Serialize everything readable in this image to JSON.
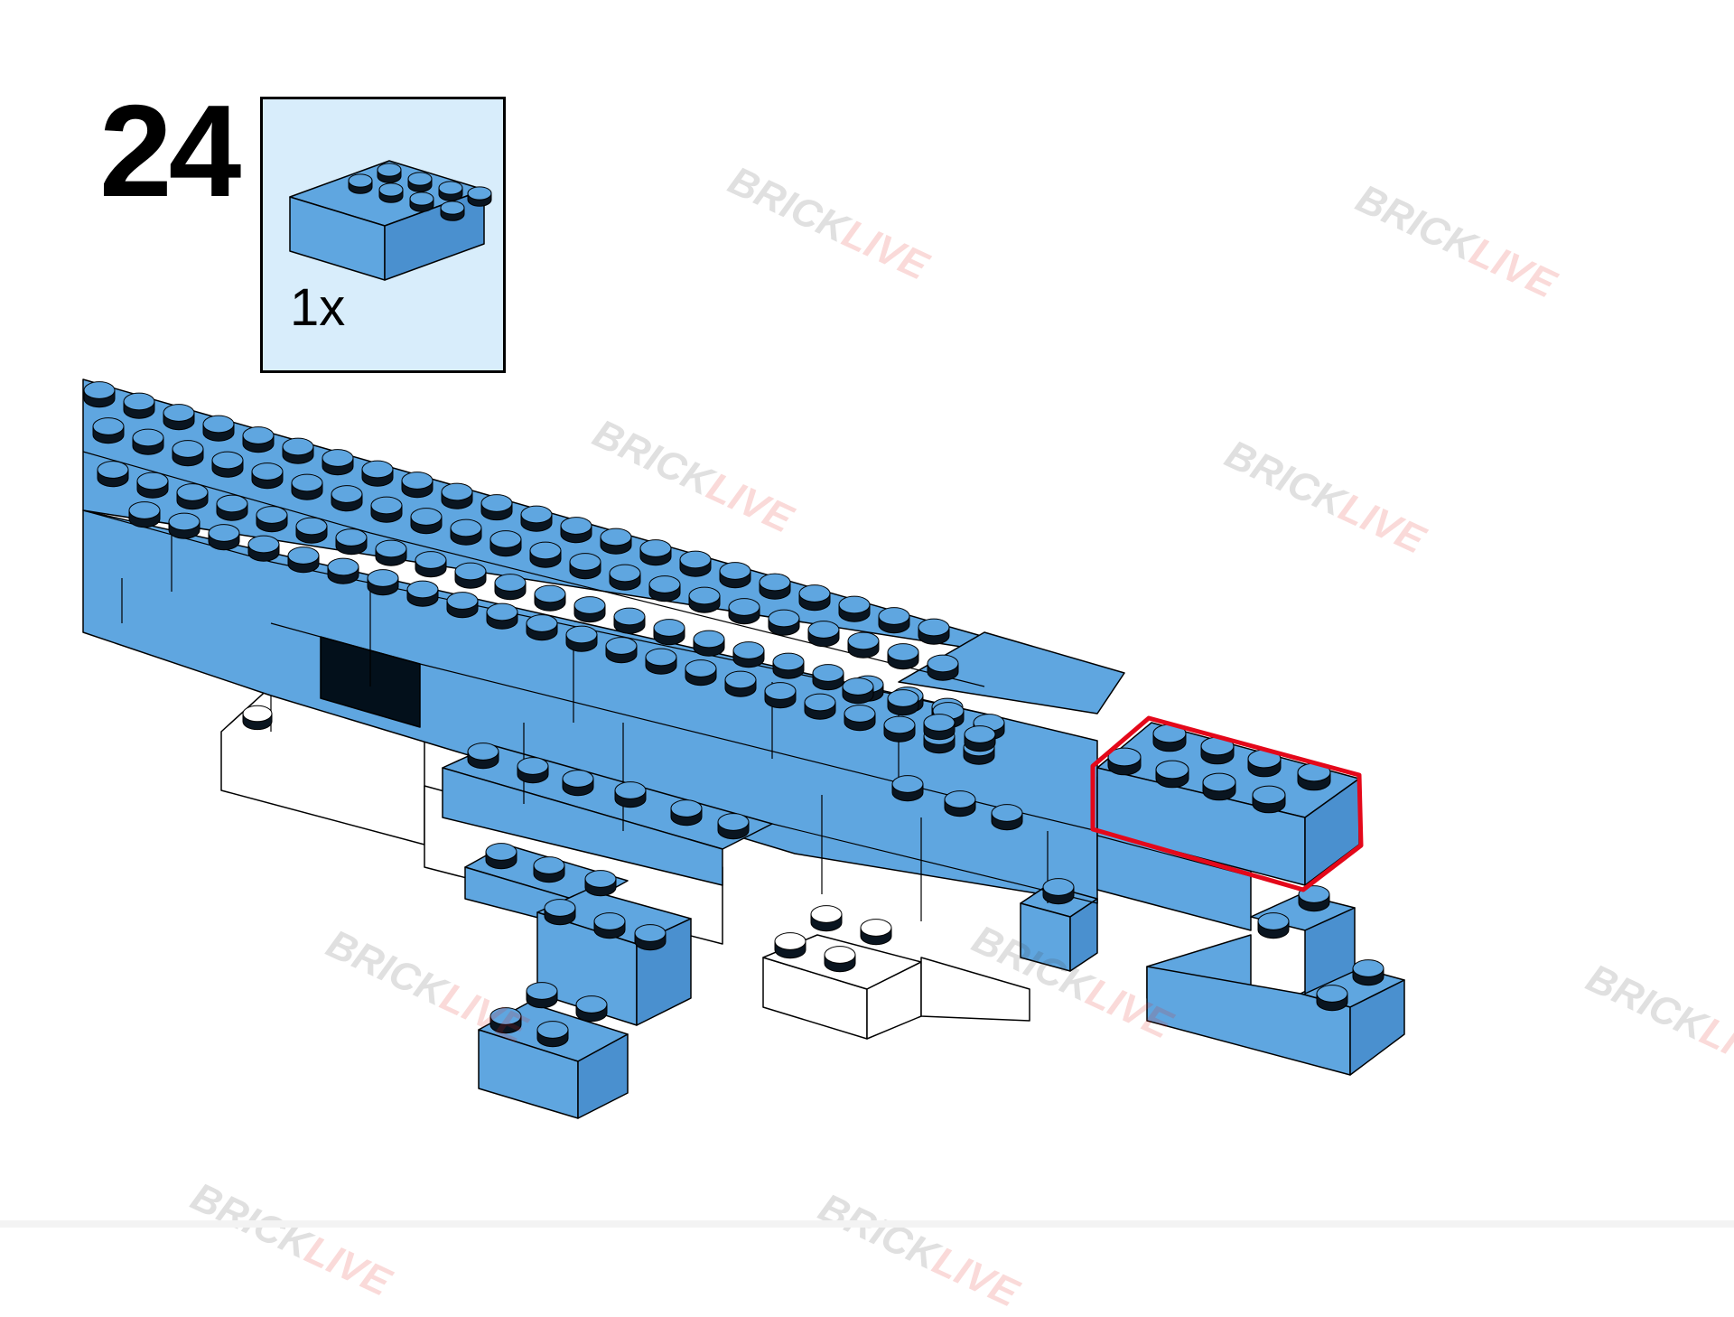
{
  "step": {
    "number": "24"
  },
  "parts_callout": {
    "quantity": "1x",
    "part": "brick 2x4",
    "color": "#5fa6e0"
  },
  "watermark": {
    "part1": "BRICK",
    "part2": "LIVE"
  },
  "colors": {
    "brick_blue_top": "#5fa6e0",
    "brick_blue_side": "#4a90cf",
    "stud_dark": "#0a1520",
    "outline": "#000000",
    "highlight": "#e4081a",
    "white_brick": "#ffffff",
    "dark_tile": "#03101b",
    "callout_bg": "#d8edfb"
  }
}
